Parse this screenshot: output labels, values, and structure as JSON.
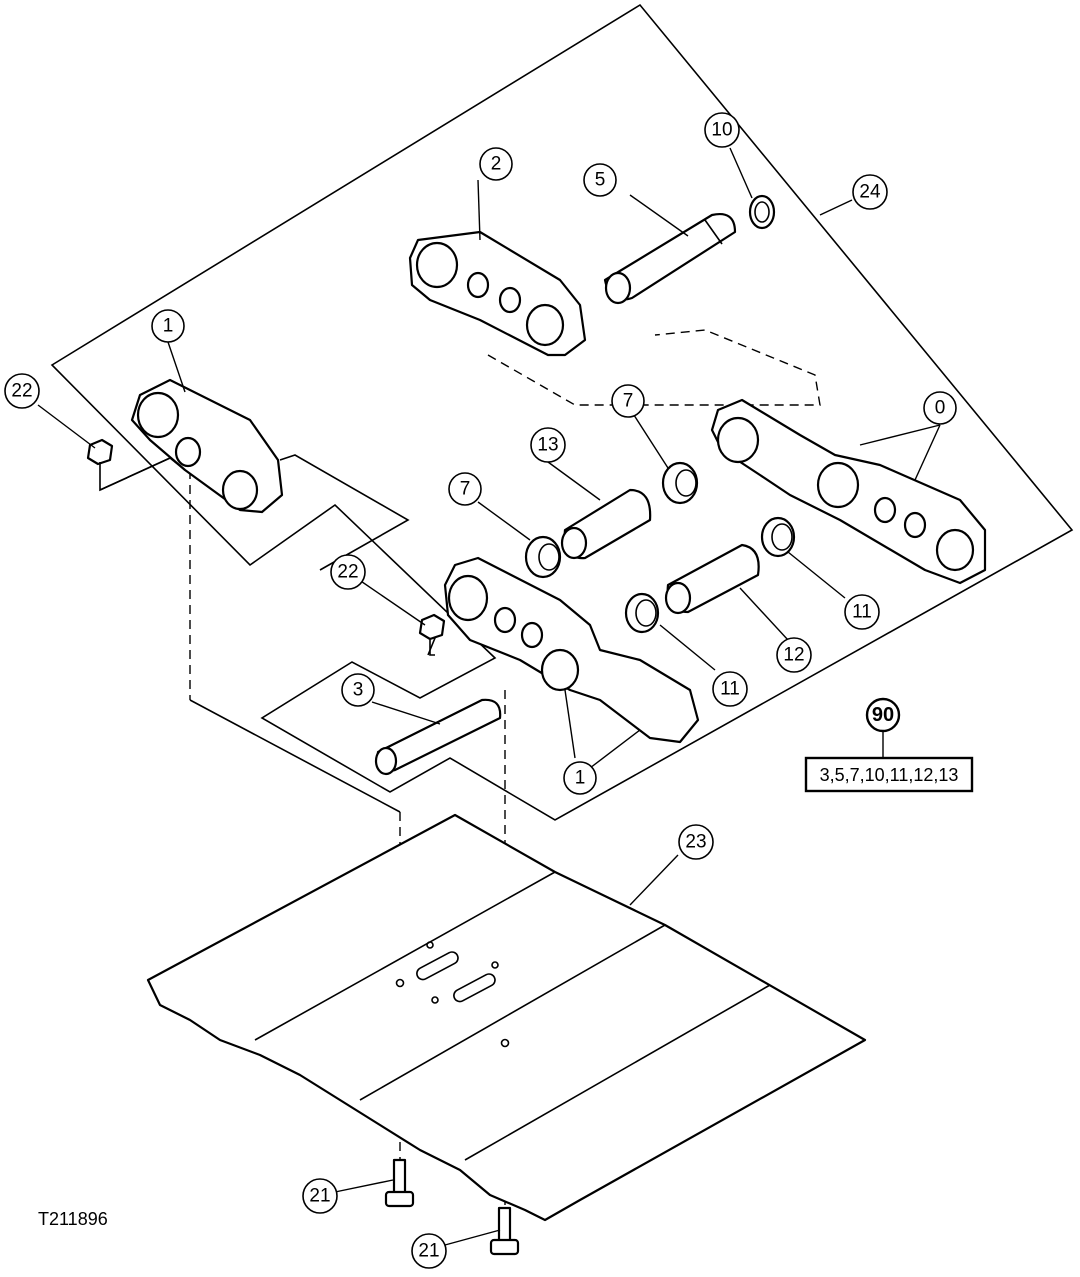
{
  "figure_id": "T211896",
  "callouts": {
    "c1a": "1",
    "c1b": "1",
    "c2": "2",
    "c3": "3",
    "c5": "5",
    "c7a": "7",
    "c7b": "7",
    "c10": "10",
    "c11a": "11",
    "c11b": "11",
    "c12": "12",
    "c13": "13",
    "c0": "0",
    "c21a": "21",
    "c21b": "21",
    "c22a": "22",
    "c22b": "22",
    "c23": "23",
    "c24": "24",
    "c90": "90"
  },
  "kit_contents": "3,5,7,10,11,12,13"
}
